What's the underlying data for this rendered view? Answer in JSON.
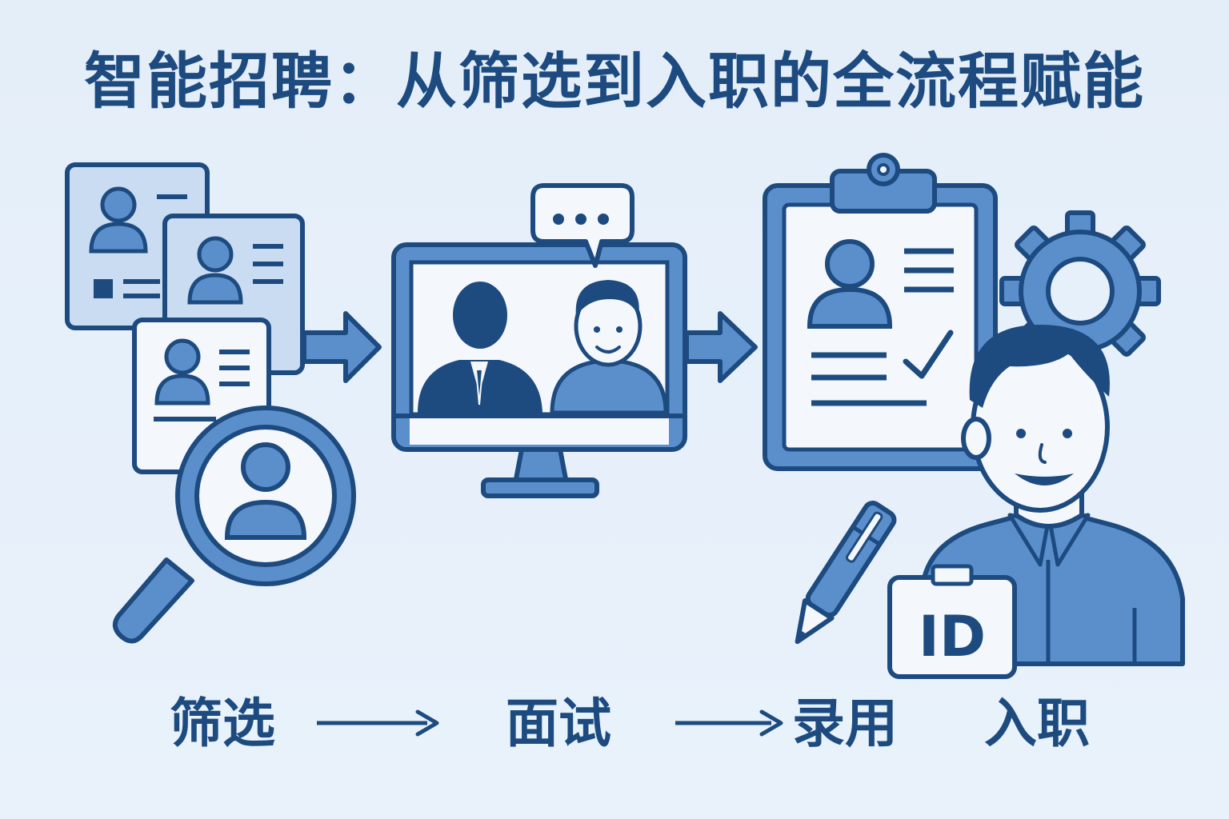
{
  "title": "智能招聘：从筛选到入职的全流程赋能",
  "stages": [
    {
      "label": "筛选",
      "icon": "resume-search-icon"
    },
    {
      "label": "面试",
      "icon": "video-interview-icon"
    },
    {
      "label": "录用",
      "icon": "clipboard-offer-icon"
    },
    {
      "label": "入职",
      "icon": "new-employee-id-icon"
    }
  ],
  "id_badge_text": "ID",
  "colors": {
    "dark": "#1d4b80",
    "mid": "#5b8fcc",
    "light": "#c9dcf2",
    "paper": "#f4f7fb",
    "background": "#e6f0fa"
  }
}
